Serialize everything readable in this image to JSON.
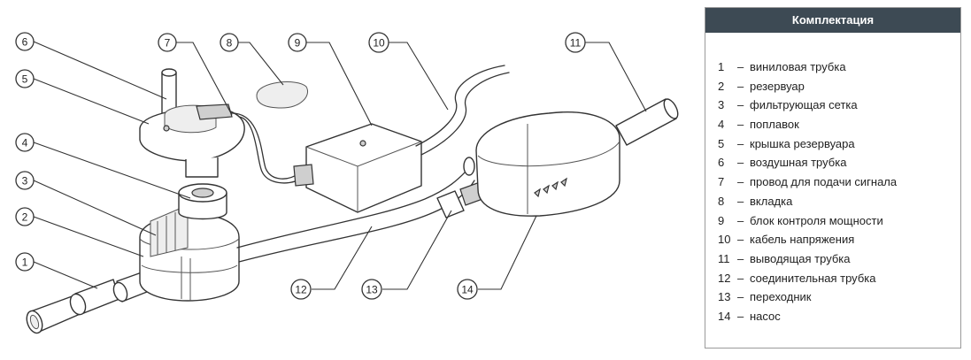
{
  "legend": {
    "title": "Комплектация",
    "separator": "–",
    "items": [
      {
        "num": "1",
        "label": "виниловая трубка"
      },
      {
        "num": "2",
        "label": "резервуар"
      },
      {
        "num": "3",
        "label": "фильтрующая сетка"
      },
      {
        "num": "4",
        "label": "поплавок"
      },
      {
        "num": "5",
        "label": "крышка резервуара"
      },
      {
        "num": "6",
        "label": "воздушная трубка"
      },
      {
        "num": "7",
        "label": "провод для подачи сигнала"
      },
      {
        "num": "8",
        "label": "вкладка"
      },
      {
        "num": "9",
        "label": "блок контроля мощности"
      },
      {
        "num": "10",
        "label": "кабель напряжения"
      },
      {
        "num": "11",
        "label": "выводящая трубка"
      },
      {
        "num": "12",
        "label": "соединительная трубка"
      },
      {
        "num": "13",
        "label": "переходник"
      },
      {
        "num": "14",
        "label": "насос"
      }
    ]
  },
  "callouts": [
    "1",
    "2",
    "3",
    "4",
    "5",
    "6",
    "7",
    "8",
    "9",
    "10",
    "11",
    "12",
    "13",
    "14"
  ],
  "colors": {
    "header_bg": "#3d4a54",
    "header_text": "#ffffff",
    "line": "#333333"
  }
}
